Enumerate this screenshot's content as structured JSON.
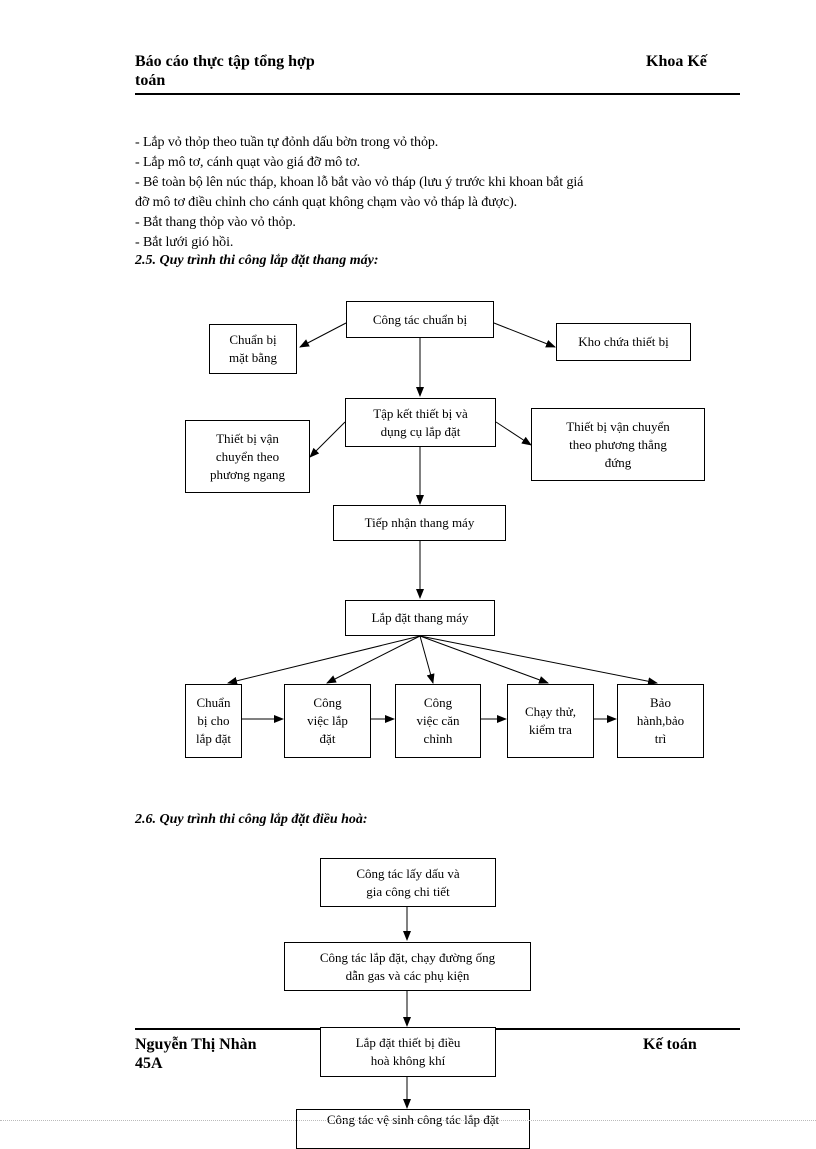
{
  "header": {
    "left": "Báo cáo thực tập tổng hợp\ntoán",
    "right": "Khoa Kế"
  },
  "body_lines": [
    "- Lắp vỏ thỏp theo tuần tự đỏnh dấu bờn trong vỏ thỏp.",
    "- Lắp mô tơ, cánh quạt vào giá đỡ mô tơ.",
    "- Bê toàn bộ lên núc tháp, khoan lỗ bắt vào vỏ tháp (lưu ý trước khi khoan bắt giá",
    "đỡ mô tơ điều chỉnh cho cánh quạt không chạm vào vỏ tháp là được).",
    "- Bắt thang thỏp vào vỏ thỏp.",
    "- Bắt lưới gió hồi."
  ],
  "section_25": {
    "heading": "2.5. Quy trình thi công lắp đặt thang máy:",
    "boxes": {
      "prep": "Công tác chuẩn bị",
      "site": "Chuẩn bị\nmặt bằng",
      "storage": "Kho chứa thiết bị",
      "gather": "Tập kết thiết bị và\ndụng cụ lắp đặt",
      "horizontal": "Thiết bị vận\nchuyển theo\nphương ngang",
      "vertical": "Thiết bị vận chuyển\ntheo phương thẳng\nđứng",
      "receive": "Tiếp nhận thang máy",
      "install": "Lắp đặt thang máy",
      "step1": "Chuẩn\nbị cho\nlắp đặt",
      "step2": "Công\nviệc lắp\nđặt",
      "step3": "Công\nviệc căn\nchỉnh",
      "step4": "Chạy thử,\nkiểm tra",
      "step5": "Bảo\nhành,bảo\ntrì"
    }
  },
  "section_26": {
    "heading": "2.6. Quy trình thi công lắp đặt điều hoà:",
    "boxes": {
      "marking": "Công tác lấy dấu và\ngia công chi tiết",
      "piping": "Công tác lắp đặt, chạy đường ống\ndẫn gas và các phụ kiện",
      "ac_install": "Lắp đặt thiết bị điều\nhoà không khí",
      "next_partial": "Công tác vệ sinh công tác lắp đặt"
    }
  },
  "footer": {
    "left": "Nguyễn Thị Nhàn\n45A",
    "right": "Kế toán"
  }
}
